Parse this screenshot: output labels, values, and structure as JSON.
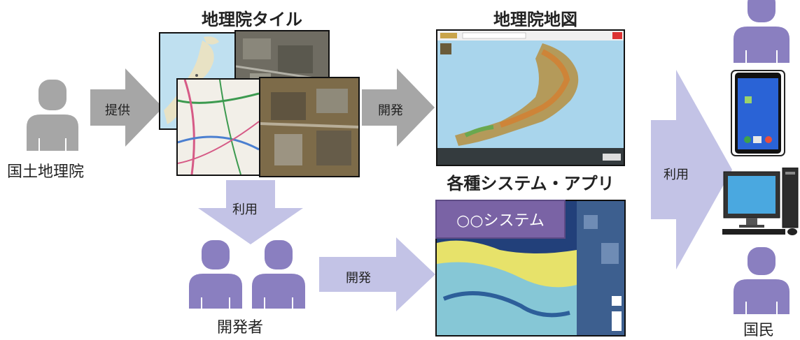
{
  "titles": {
    "tiles": "地理院タイル",
    "gsi_map": "地理院地図",
    "systems": "各種システム・アプリ"
  },
  "actors": {
    "gsi": "国土地理院",
    "developers": "開発者",
    "citizens": "国民"
  },
  "arrows": {
    "provide": "提供",
    "develop_top": "開発",
    "use_down": "利用",
    "develop_bottom": "開発",
    "use_right": "利用"
  },
  "system_banner": "○○システム",
  "colors": {
    "gray_arrow": "#a6a6a6",
    "lavender_arrow": "#c3c3e6",
    "person_gray": "#a6a6a6",
    "person_purple": "#8a7fc0",
    "banner": "#7a63a5"
  }
}
